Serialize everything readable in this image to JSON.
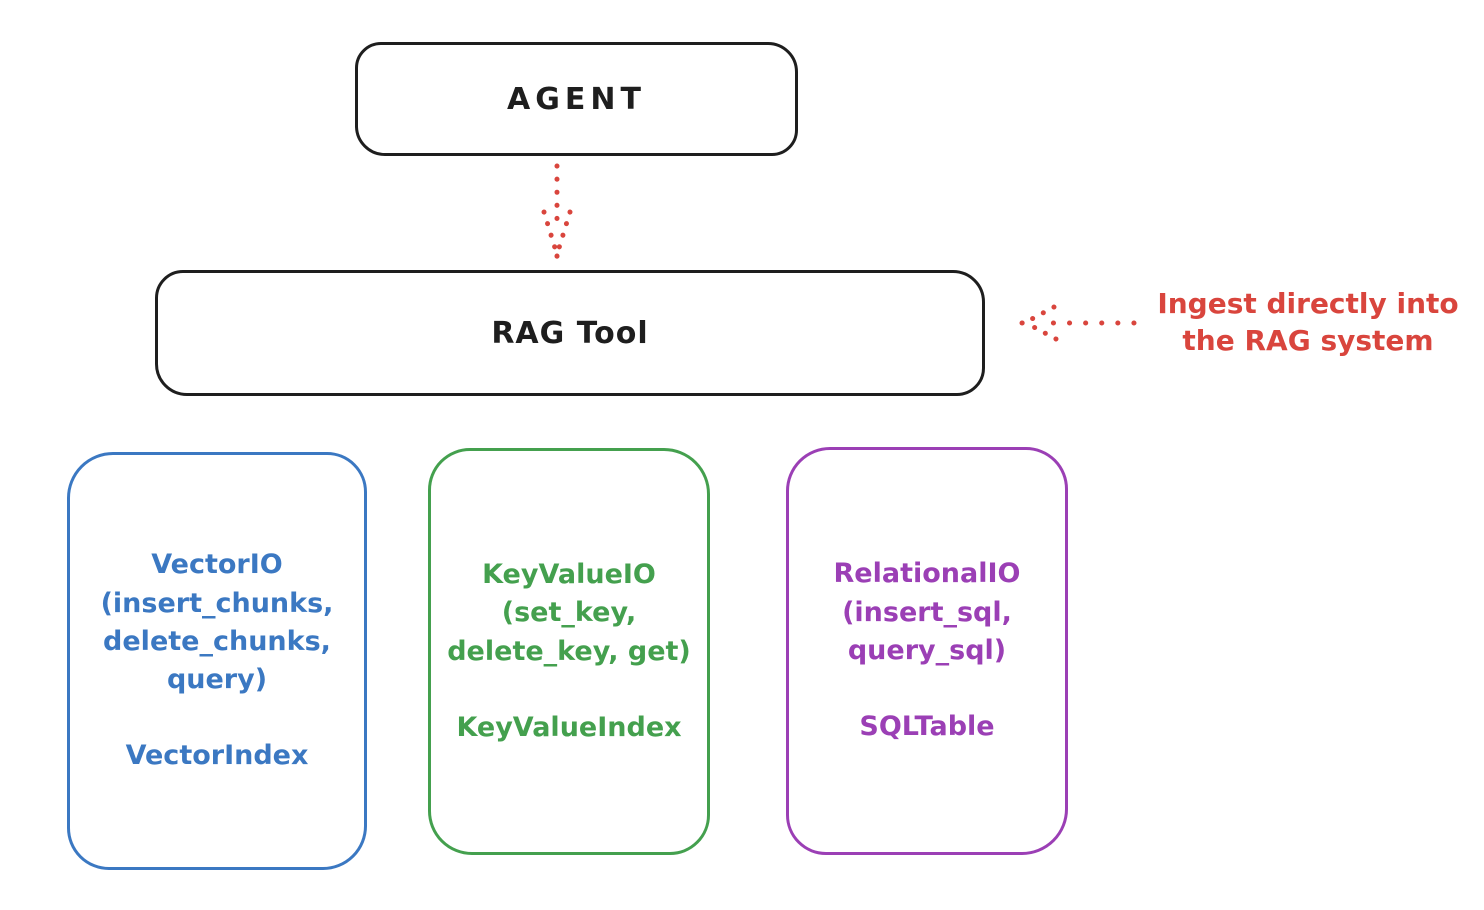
{
  "canvas": {
    "background": "#ffffff"
  },
  "nodes": {
    "agent": {
      "label": "AGENT",
      "stroke": "#1e1e1e"
    },
    "rag_tool": {
      "label": "RAG Tool",
      "stroke": "#1e1e1e"
    },
    "vector_io": {
      "title_lines": [
        "VectorIO",
        "(insert_chunks,",
        "delete_chunks,",
        "query)"
      ],
      "index_label": "VectorIndex",
      "stroke": "#3b78c2"
    },
    "key_value_io": {
      "title_lines": [
        "KeyValueIO",
        "(set_key,",
        "delete_key, get)"
      ],
      "index_label": "KeyValueIndex",
      "stroke": "#44a04e"
    },
    "relational_io": {
      "title_lines": [
        "RelationalIO",
        "(insert_sql,",
        "query_sql)"
      ],
      "index_label": "SQLTable",
      "stroke": "#9b3fb5"
    }
  },
  "annotation": {
    "lines": [
      "Ingest directly into",
      "the RAG system"
    ],
    "color": "#d9453d"
  },
  "arrows": {
    "agent_to_rag": {
      "style": "dotted",
      "color": "#d9453d",
      "direction": "down"
    },
    "annotation_to_rag": {
      "style": "dotted",
      "color": "#d9453d",
      "direction": "left"
    }
  }
}
